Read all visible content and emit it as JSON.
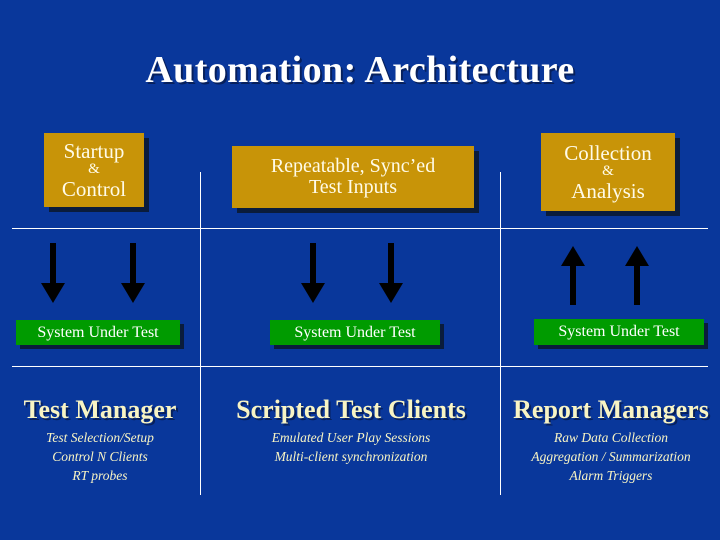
{
  "slide": {
    "title": "Automation: Architecture",
    "background_color": "#09379b",
    "gold_color": "#c89408",
    "green_color": "#009b00",
    "heading_color": "#f8f4c4"
  },
  "top_boxes": [
    {
      "name": "startup-control",
      "line1": "Startup",
      "amp": "&",
      "line2": "Control"
    },
    {
      "name": "repeatable-inputs",
      "line1": "Repeatable, Sync’ed",
      "line2": "Test Inputs"
    },
    {
      "name": "collection-analysis",
      "line1": "Collection",
      "amp": "&",
      "line2": "Analysis"
    }
  ],
  "arrows": [
    {
      "name": "arrow-control-1",
      "direction": "down"
    },
    {
      "name": "arrow-control-2",
      "direction": "down"
    },
    {
      "name": "arrow-inputs-1",
      "direction": "down"
    },
    {
      "name": "arrow-inputs-2",
      "direction": "down"
    },
    {
      "name": "arrow-collection-1",
      "direction": "up"
    },
    {
      "name": "arrow-collection-2",
      "direction": "up"
    }
  ],
  "sut_boxes": [
    {
      "label": "System Under Test"
    },
    {
      "label": "System Under Test"
    },
    {
      "label": "System Under Test"
    }
  ],
  "columns": [
    {
      "heading": "Test Manager",
      "items": [
        "Test Selection/Setup",
        "Control N Clients",
        "RT probes"
      ]
    },
    {
      "heading": "Scripted Test Clients",
      "items": [
        "Emulated User Play Sessions",
        "Multi-client synchronization"
      ]
    },
    {
      "heading": "Report Managers",
      "items": [
        "Raw Data Collection",
        "Aggregation / Summarization",
        "Alarm Triggers"
      ]
    }
  ]
}
